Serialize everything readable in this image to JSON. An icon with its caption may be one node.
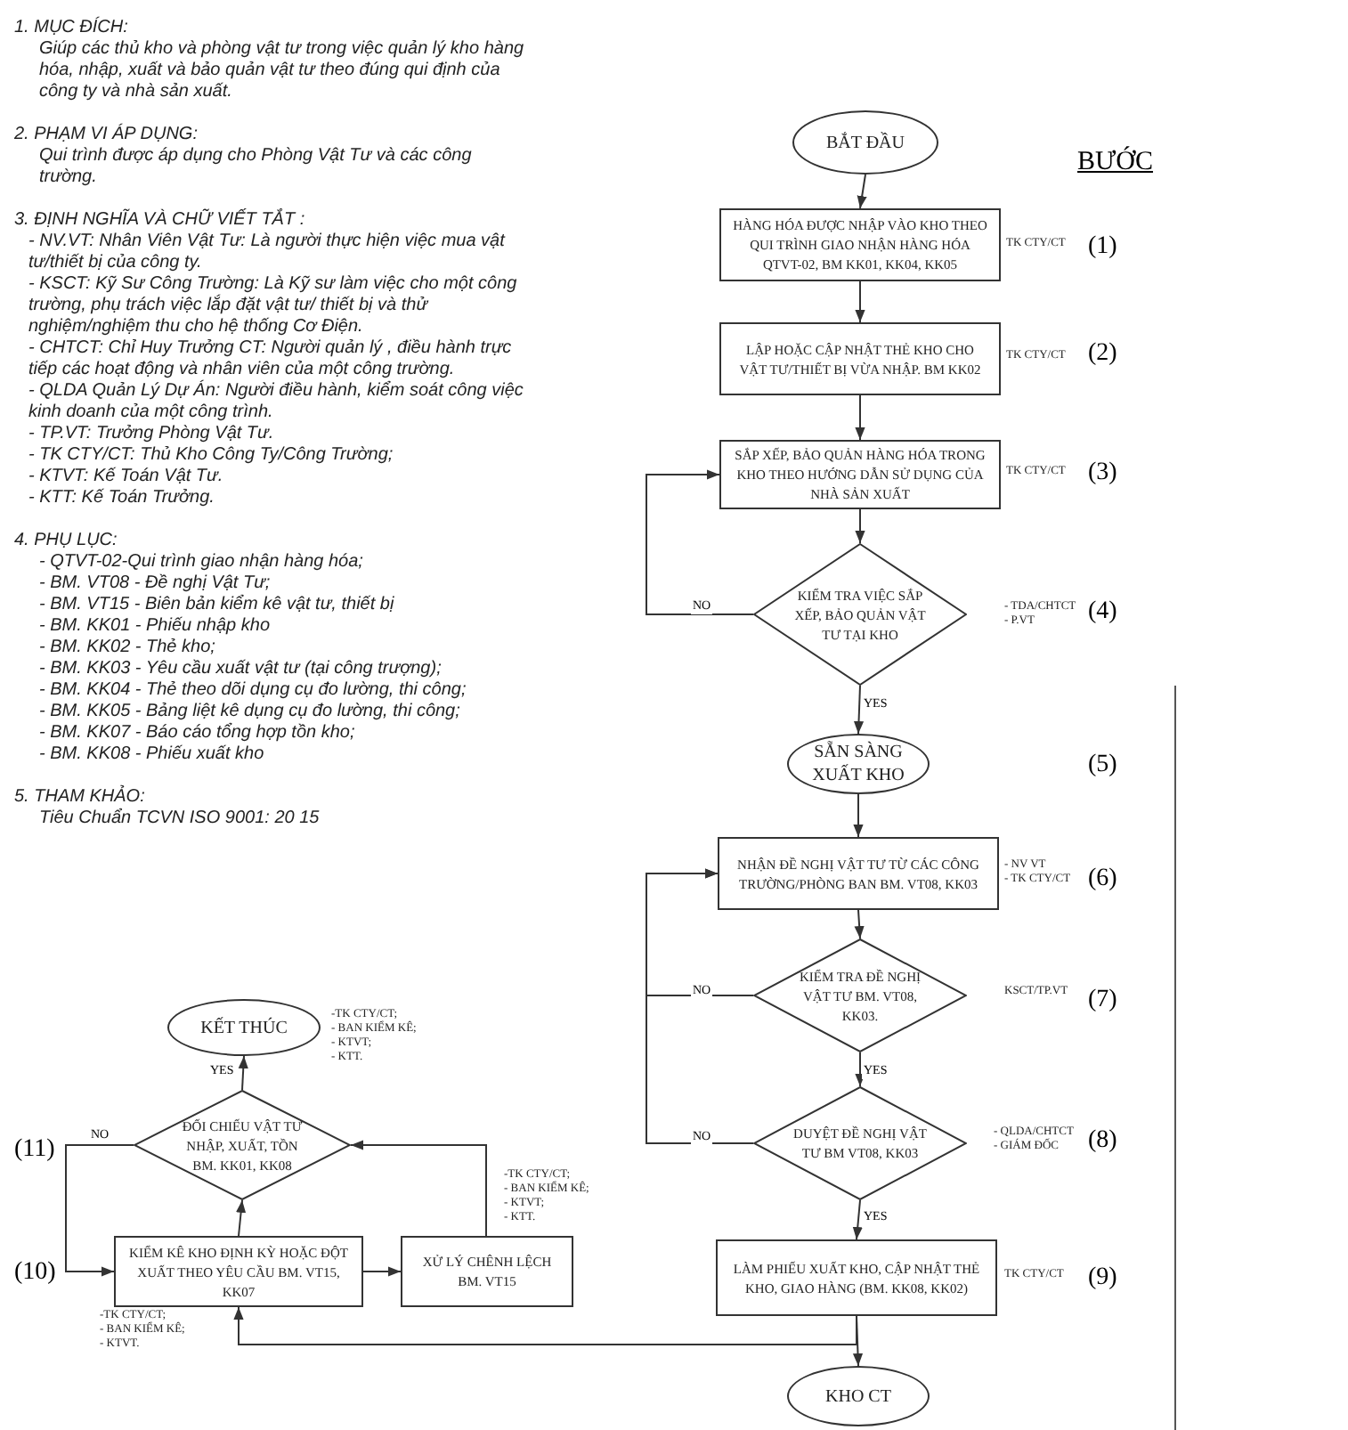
{
  "diagram": {
    "nodes": [
      {
        "text": [
          "BẮT ĐẦU"
        ]
      },
      {
        "text": [
          "HÀNG HÓA ĐƯỢC NHẬP VÀO KHO THEO QUI TRÌNH GIAO NHẬN HÀNG HÓA QTVT-02, BM KK01, KK04, KK05"
        ],
        "beside": [
          "TK CTY/CT"
        ]
      },
      {
        "text": [
          "LẬP HOẶC CẬP NHẬT THẺ KHO CHO VẬT TƯ/THIẾT BỊ VỪA NHẬP. BM KK02"
        ],
        "beside": [
          "TK CTY/CT"
        ]
      },
      {
        "text": [
          "SẮP XẾP, BẢO QUẢN HÀNG HÓA TRONG KHO THEO HƯỚNG DẪN SỬ DỤNG CỦA NHÀ SẢN XUẤT"
        ],
        "beside": [
          "TK CTY/CT"
        ]
      },
      {
        "text": [
          "KIỂM TRA VIỆC SẮP XẾP, BẢO QUẢN VẬT TƯ TẠI KHO"
        ],
        "beside": [
          "- TDA/CHTCT",
          "- P.VT"
        ]
      },
      {
        "text": [
          "SẴN SÀNG XUẤT KHO"
        ]
      },
      {
        "text": [
          "NHẬN ĐỀ NGHỊ VẬT TƯ TỪ CÁC CÔNG TRƯỜNG/PHÒNG BAN BM. VT08, KK03"
        ],
        "beside": [
          "- NV VT",
          "- TK CTY/CT"
        ]
      },
      {
        "text": [
          "KIỂM TRA ĐỀ NGHỊ VẬT TƯ BM. VT08, KK03."
        ],
        "beside": [
          "KSCT/TP.VT"
        ]
      },
      {
        "text": [
          "DUYỆT ĐỀ NGHỊ VẬT TƯ BM VT08, KK03"
        ],
        "beside": [
          "- QLDA/CHTCT",
          "- GIÁM ĐỐC"
        ]
      },
      {
        "text": [
          "LÀM PHIẾU XUẤT KHO, CẬP NHẬT THẺ KHO, GIAO HÀNG (BM. KK08, KK02)"
        ],
        "beside": [
          "TK CTY/CT"
        ]
      },
      {
        "text": [
          "KHO CT"
        ]
      },
      {
        "text": [
          "KẾT THÚC"
        ]
      },
      {
        "text": [
          "ĐỐI CHIẾU VẬT TƯ NHẬP, XUẤT, TỒN BM. KK01, KK08"
        ],
        "beside": [
          "-TK CTY/CT;",
          "- BAN KIỂM KÊ;",
          "- KTVT;",
          "- KTT."
        ]
      },
      {
        "text": [
          "KIỂM KÊ KHO ĐỊNH KỲ HOẶC ĐỘT XUẤT THEO YÊU CẦU BM. VT15, KK07"
        ],
        "beside": [
          "-TK CTY/CT;",
          "- BAN KIỂM KÊ;",
          "- KTVT."
        ]
      },
      {
        "text": [
          "XỬ LÝ CHÊNH LỆCH BM. VT15"
        ],
        "beside": [
          "-TK CTY/CT;",
          "- BAN KIỂM KÊ;",
          "- KTVT;",
          "- KTT."
        ]
      }
    ],
    "edges": [
      {
        "from": 0,
        "to": 1,
        "arrow": "to"
      },
      {
        "from": 1,
        "to": 2,
        "arrow": "to"
      },
      {
        "from": 2,
        "to": 3,
        "arrow": "to"
      },
      {
        "from": 3,
        "to": 4,
        "arrow": "to"
      },
      {
        "from": 4,
        "to": 3,
        "arrow": "to",
        "label": "NO"
      },
      {
        "from": 4,
        "to": 5,
        "arrow": "to",
        "label": "YES"
      },
      {
        "from": 5,
        "to": 6,
        "arrow": "to"
      },
      {
        "from": 6,
        "to": 7,
        "arrow": "to"
      },
      {
        "from": 7,
        "to": 6,
        "arrow": "to",
        "label": "NO"
      },
      {
        "from": 7,
        "to": 8,
        "arrow": "to",
        "label": "YES"
      },
      {
        "from": 8,
        "to": 6,
        "arrow": "to",
        "label": "NO"
      },
      {
        "from": 8,
        "to": 9,
        "arrow": "to",
        "label": "YES"
      },
      {
        "from": 9,
        "to": 10,
        "arrow": "to"
      },
      {
        "from": 9,
        "to": 13,
        "arrow": "to"
      },
      {
        "from": 12,
        "to": 11,
        "arrow": "to",
        "label": "YES"
      },
      {
        "from": 12,
        "to": 13,
        "arrow": "to",
        "label": "NO"
      },
      {
        "from": 13,
        "to": 12,
        "arrow": "to"
      },
      {
        "from": 13,
        "to": 14,
        "arrow": "to"
      },
      {
        "from": 14,
        "to": 12,
        "arrow": "to"
      }
    ],
    "labels": [
      "1. MỤC ĐÍCH:",
      "Giúp các thủ kho và phòng vật tư trong việc quản lý kho hàng hóa, nhập, xuất và bảo quản vật tư theo đúng qui định của công ty và nhà sản xuất.",
      "2. PHẠM VI ÁP DỤNG:",
      "Qui trình được áp dụng cho Phòng Vật Tư và các công trường.",
      "3. ĐỊNH NGHĨA VÀ CHỮ VIẾT TẮT :",
      "- NV.VT: Nhân Viên Vật Tư: Là người thực hiện việc mua vật tư/thiết bị của công ty.",
      "- KSCT: Kỹ Sư Công Trường: Là Kỹ sư làm việc cho một công trường, phụ trách việc lắp đặt vật tư/ thiết bị và thử nghiệm/nghiệm thu cho hệ thống Cơ Điện.",
      "- CHTCT: Chỉ Huy Trưởng CT: Người quản lý , điều hành trực tiếp các hoạt động và nhân viên của một công trường.",
      "- QLDA Quản Lý Dự Án: Người điều hành, kiểm soát công việc kinh doanh của một công trình.",
      "- TP.VT: Trưởng Phòng Vật Tư.",
      "- TK CTY/CT: Thủ Kho Công Ty/Công Trường;",
      "- KTVT: Kế Toán Vật Tư.",
      "- KTT: Kế Toán Trưởng.",
      "4. PHỤ LỤC:",
      "- QTVT-02-Qui trình giao nhận hàng hóa;",
      "- BM. VT08 - Đề nghị Vật Tư;",
      "- BM. VT15 - Biên bản kiểm kê vật tư, thiết bị",
      "- BM. KK01 - Phiếu nhập kho",
      "- BM. KK02 - Thẻ kho;",
      "- BM. KK03 - Yêu cầu xuất vật tư (tại công trượng);",
      "- BM. KK04 - Thẻ theo dõi dụng cụ đo lường, thi công;",
      "- BM. KK05 - Bảng liệt kê dụng cụ đo lường, thi công;",
      "- BM. KK07 - Báo cáo tổng hợp tồn kho;",
      "- BM. KK08 - Phiếu xuất kho",
      "5. THAM KHẢO:",
      "Tiêu Chuẩn TCVN ISO 9001: 20 15",
      "BƯỚC",
      "(1)",
      "(2)",
      "(3)",
      "(4)",
      "(5)",
      "(6)",
      "(7)",
      "(8)",
      "(9)",
      "(10)",
      "(11)"
    ]
  }
}
